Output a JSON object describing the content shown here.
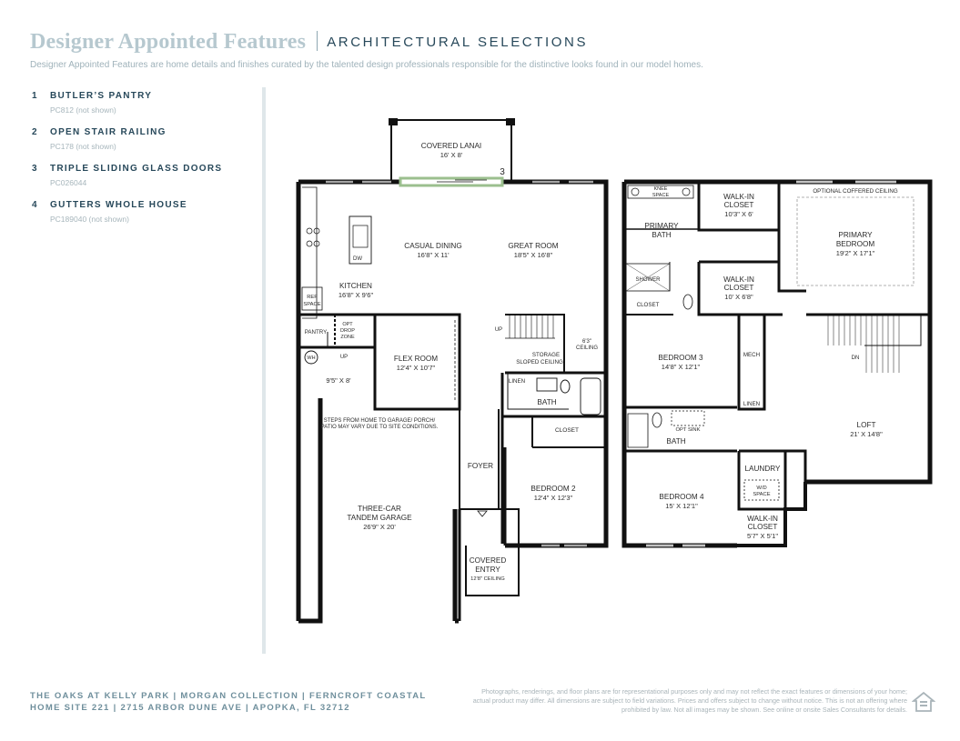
{
  "header": {
    "title": "Designer Appointed Features",
    "subtitle": "ARCHITECTURAL SELECTIONS",
    "description": "Designer Appointed Features are home details and finishes curated by the talented design professionals responsible for the distinctive looks found in our model homes."
  },
  "features": [
    {
      "number": "1",
      "name": "BUTLER’S PANTRY",
      "code": "PC812 (not shown)"
    },
    {
      "number": "2",
      "name": "OPEN STAIR RAILING",
      "code": "PC178 (not shown)"
    },
    {
      "number": "3",
      "name": "TRIPLE SLIDING GLASS DOORS",
      "code": "PC026044"
    },
    {
      "number": "4",
      "name": "GUTTERS WHOLE HOUSE",
      "code": "PC189040 (not shown)"
    }
  ],
  "floorplan": {
    "first_floor": {
      "lanai": {
        "name": "COVERED LANAI",
        "size": "16' X 8'"
      },
      "marker": "3",
      "casual_dining": {
        "name": "CASUAL DINING",
        "size": "16'8\" X 11'"
      },
      "great_room": {
        "name": "GREAT ROOM",
        "size": "18'5\" X 16'8\""
      },
      "kitchen": {
        "name": "KITCHEN",
        "size": "16'8\" X 9'6\""
      },
      "dw": "DW",
      "ref_space": [
        "REF",
        "SPACE"
      ],
      "pantry": "PANTRY",
      "drop_zone": [
        "OPT",
        "DROP",
        "ZONE"
      ],
      "up": "UP",
      "wh": "WH",
      "mud_size": "9'5\" X 8'",
      "flex": {
        "name": "FLEX ROOM",
        "size": "12'4\" X 10'7\""
      },
      "stair_up": "UP",
      "ceiling_note": [
        "6'3\"",
        "CEILING"
      ],
      "storage": [
        "STORAGE",
        "SLOPED CEILING"
      ],
      "linen": "LINEN",
      "bath": "BATH",
      "closet": "CLOSET",
      "steps_note": [
        "STEPS FROM HOME TO GARAGE/ PORCH/",
        "PATIO MAY VARY DUE TO SITE CONDITIONS."
      ],
      "foyer": "FOYER",
      "bedroom2": {
        "name": "BEDROOM 2",
        "size": "12'4\" X 12'3\""
      },
      "garage": {
        "line1": "THREE-CAR",
        "line2": "TANDEM GARAGE",
        "size": "26'9\" X 20'"
      },
      "entry": {
        "line1": "COVERED",
        "line2": "ENTRY",
        "ceiling": "12'8\" CEILING"
      }
    },
    "second_floor": {
      "knee_space": [
        "KNEE",
        "SPACE"
      ],
      "walkin1": {
        "line1": "WALK-IN",
        "line2": "CLOSET",
        "size": "10'3\" X 6'"
      },
      "coffered": "OPTIONAL COFFERED CEILING",
      "primary_bath": [
        "PRIMARY",
        "BATH"
      ],
      "primary_bedroom": {
        "line1": "PRIMARY",
        "line2": "BEDROOM",
        "size": "19'2\" X 17'1\""
      },
      "shower": "SHOWER",
      "walkin2": {
        "line1": "WALK-IN",
        "line2": "CLOSET",
        "size": "10' X 6'8\""
      },
      "closet": "CLOSET",
      "bedroom3": {
        "name": "BEDROOM 3",
        "size": "14'8\" X 12'1\""
      },
      "mech": "MECH",
      "dn": "DN",
      "linen": "LINEN",
      "opt_sink": "OPT SINK",
      "bath": "BATH",
      "loft": {
        "name": "LOFT",
        "size": "21' X 14'8\""
      },
      "laundry": "LAUNDRY",
      "wd": [
        "W/D",
        "SPACE"
      ],
      "bedroom4": {
        "name": "BEDROOM 4",
        "size": "15' X 12'1\""
      },
      "walkin3": {
        "line1": "WALK-IN",
        "line2": "CLOSET",
        "size": "5'7\" X 5'1\""
      }
    }
  },
  "footer": {
    "line1": "THE OAKS AT KELLY PARK | MORGAN COLLECTION | FERNCROFT COASTAL",
    "line2": "HOME SITE 221 | 2715 ARBOR DUNE AVE | APOPKA, FL 32712",
    "disclaimer": "Photographs, renderings, and floor plans are for representational purposes only and may not reflect the exact features or dimensions of your home; actual product may differ. All dimensions are subject to field variations. Prices and offers subject to change without notice. This is not an offering where prohibited by law. Not all images may be shown. See online or onsite Sales Consultants for details."
  }
}
